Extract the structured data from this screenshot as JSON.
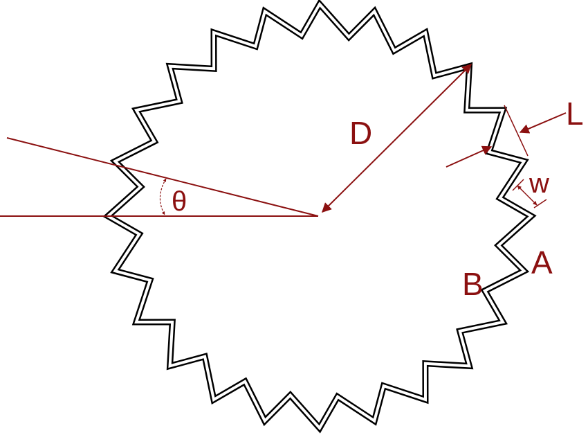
{
  "labels": {
    "D": "D",
    "theta": "θ",
    "L": "L",
    "w": "w",
    "A": "A",
    "B": "B"
  },
  "colors": {
    "annotation": "#8b1010",
    "outline": "#000000"
  },
  "shape": {
    "teeth": 24
  }
}
